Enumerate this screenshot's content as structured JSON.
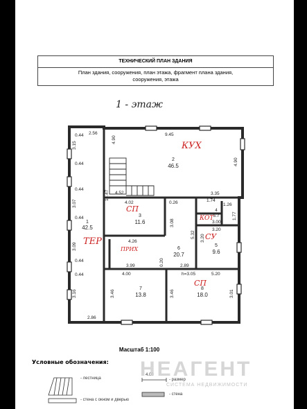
{
  "header": {
    "title": "ТЕХНИЧЕСКИЙ ПЛАН ЗДАНИЯ",
    "subtitle_line1": "План здания, сооружения, план этажа, фрагмент плана здания,",
    "subtitle_line2": "сооружения, этажа"
  },
  "floor_title": "1 - этаж",
  "rooms": [
    {
      "number": "1",
      "area": "42.5",
      "handwritten": "ТЕР"
    },
    {
      "number": "2",
      "area": "46.5",
      "handwritten": "КУХ"
    },
    {
      "number": "3",
      "area": "11.6",
      "handwritten": "СП"
    },
    {
      "number": "4",
      "area": "5.7",
      "handwritten": "КОТ"
    },
    {
      "number": "5",
      "area": "9.6",
      "handwritten": "СУ"
    },
    {
      "number": "6",
      "area": "20.7",
      "handwritten": "ПРИХ"
    },
    {
      "number": "7",
      "area": "13.8",
      "handwritten": ""
    },
    {
      "number": "8",
      "area": "18.0",
      "handwritten": "СП"
    }
  ],
  "dimensions": {
    "d_256": "2.56",
    "d_315": "3.15",
    "d_044a": "0.44",
    "d_044b": "0.44",
    "d_044c": "0.44",
    "d_044d": "0.44",
    "d_044e": "0.44",
    "d_044f": "0.44",
    "d_307": "3.07",
    "d_309": "3.09",
    "d_316": "3.16",
    "d_1447": "14.47",
    "d_286": "2.86",
    "d_945": "9.45",
    "d_490a": "4.90",
    "d_490b": "4.90",
    "d_452": "4.52",
    "d_335": "3.35",
    "d_402": "4.02",
    "d_026": "0.26",
    "d_308": "3.08",
    "d_426": "4.26",
    "d_399": "3.99",
    "d_020": "0.20",
    "d_289": "2.89",
    "d_174": "1.74",
    "d_126": "1.26",
    "d_177": "1.77",
    "d_300": "3.00",
    "d_532": "5.32",
    "d_320a": "3.20",
    "d_320b": "3.20",
    "d_400a": "4.00",
    "d_346a": "3.46",
    "d_346b": "3.46",
    "h_label": "h=3.05",
    "d_520": "5.20",
    "d_301": "3.01"
  },
  "scale": "Масштаб 1:100",
  "legend": {
    "title": "Условные обозначения:",
    "stairs": "- лестница",
    "dimension": "4.00",
    "dimension_text": "- размер",
    "wall_window_door": "- стена с окном и дверью",
    "wall": "- стена"
  },
  "watermark": {
    "brand": "НЕАГЕНТ",
    "sub": "СИСТЕМА НЕДВИЖИМОСТИ"
  },
  "colors": {
    "wall": "#2a2a2a",
    "ink": "#cc1f1f",
    "paper": "#ffffff"
  }
}
